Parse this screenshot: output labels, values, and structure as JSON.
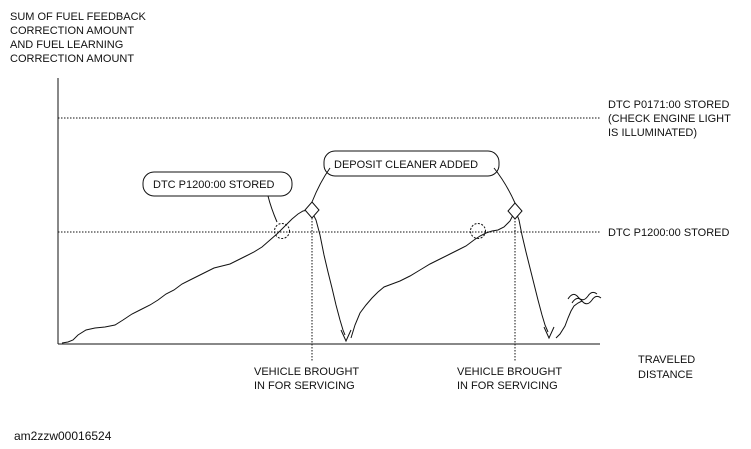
{
  "y_axis_label": [
    "SUM OF FUEL FEEDBACK",
    "CORRECTION AMOUNT",
    "AND FUEL LEARNING",
    "CORRECTION AMOUNT"
  ],
  "x_axis_label": [
    "TRAVELED",
    "DISTANCE"
  ],
  "threshold_p0171": [
    "DTC P0171:00 STORED",
    "(CHECK ENGINE LIGHT",
    "IS ILLUMINATED)"
  ],
  "threshold_p1200": "DTC P1200:00 STORED",
  "callout_p1200": "DTC P1200:00 STORED",
  "callout_cleaner": "DEPOSIT CLEANER ADDED",
  "service_1": [
    "VEHICLE BROUGHT",
    "IN FOR SERVICING"
  ],
  "service_2": [
    "VEHICLE BROUGHT",
    "IN FOR SERVICING"
  ],
  "figure_id": "am2zzw00016524",
  "colors": {
    "line": "#111111",
    "background": "#ffffff"
  }
}
